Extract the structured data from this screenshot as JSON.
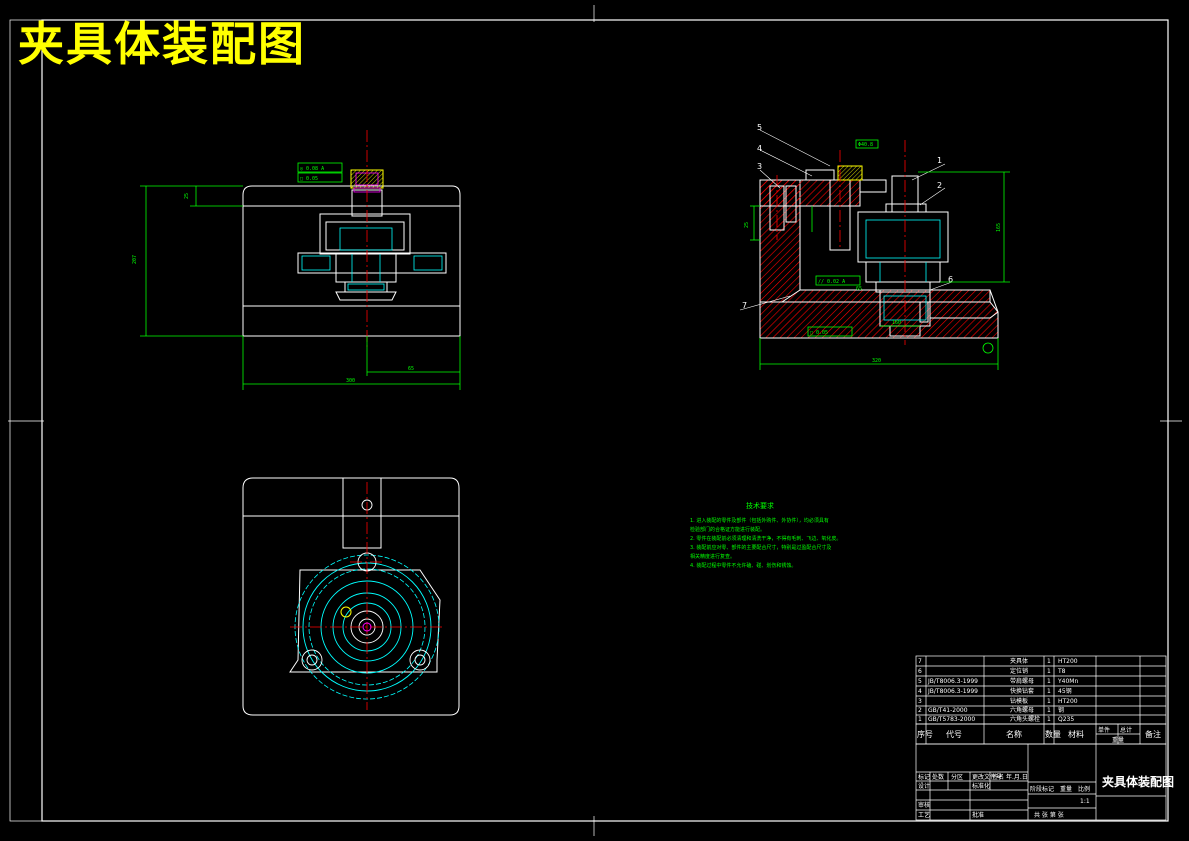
{
  "drawing_title": "夹具体装配图",
  "colors": {
    "background": "#000000",
    "outline": "#ffffff",
    "dimension": "#00ff00",
    "centerline": "#ff0000",
    "hidden": "#00ffff",
    "highlight": "#ffff00",
    "magenta": "#ff00ff"
  },
  "balloons": [
    "1",
    "2",
    "3",
    "4",
    "5",
    "6",
    "7"
  ],
  "dimensions": {
    "front_width": "300",
    "front_offset": "65",
    "front_height": "207",
    "front_top": "25",
    "side_width": "320",
    "side_height": "165",
    "side_small": "25",
    "side_sub": "160",
    "side_offset": "65",
    "side_fit": "Φ40.8"
  },
  "tolerance_frames": {
    "front_1": "◎ 0.08  A",
    "front_2": "□ 0.05",
    "side_1": "// 0.02  A",
    "side_2": "□ 0.05"
  },
  "tech_requirements": {
    "title": "技术要求",
    "lines": [
      "1. 进入装配的零件及部件（包括外购件、外协件），均必须具有",
      "   检验部门的合格证方能进行装配。",
      "2. 零件在装配前必须清理和清洗干净，不得有毛刺、飞边、氧化皮。",
      "3. 装配前应对零、部件的主要配合尺寸，特别是过盈配合尺寸及",
      "   相关精度进行复查。",
      "4. 装配过程中零件不允许磕、碰、划伤和锈蚀。"
    ]
  },
  "parts_table": {
    "rows": [
      {
        "no": "7",
        "code": "",
        "name": "夹具体",
        "qty": "1",
        "material": "HT200",
        "note": ""
      },
      {
        "no": "6",
        "code": "",
        "name": "定位销",
        "qty": "1",
        "material": "T8",
        "note": ""
      },
      {
        "no": "5",
        "code": "JB/T8006.3-1999",
        "name": "带肩螺母",
        "qty": "1",
        "material": "Y40Mn",
        "note": ""
      },
      {
        "no": "4",
        "code": "JB/T8006.3-1999",
        "name": "快换钻套",
        "qty": "1",
        "material": "45钢",
        "note": ""
      },
      {
        "no": "3",
        "code": "",
        "name": "钻模板",
        "qty": "1",
        "material": "HT200",
        "note": ""
      },
      {
        "no": "2",
        "code": "GB/T41-2000",
        "name": "六角螺母",
        "qty": "1",
        "material": "钢",
        "note": ""
      },
      {
        "no": "1",
        "code": "GB/T5783-2000",
        "name": "六角头螺栓",
        "qty": "1",
        "material": "Q235",
        "note": ""
      }
    ],
    "header": {
      "no": "序号",
      "code": "代号",
      "name": "名称",
      "qty": "数量",
      "material": "材料",
      "unit_weight": "单件",
      "total_weight": "总计",
      "weight": "重量",
      "note": "备注"
    }
  },
  "title_block": {
    "name": "夹具体装配图",
    "scale": "1:1",
    "labels": {
      "mark": "标记",
      "count": "处数",
      "zone": "分区",
      "doc": "更改文件号",
      "sign": "签名",
      "date": "年.月.日",
      "design": "设计",
      "standard": "标准化",
      "review": "审核",
      "process": "工艺",
      "approve": "批准",
      "stage": "阶段标记",
      "weight": "重量",
      "ratio": "比例",
      "sheets": "共   张  第   张"
    }
  }
}
